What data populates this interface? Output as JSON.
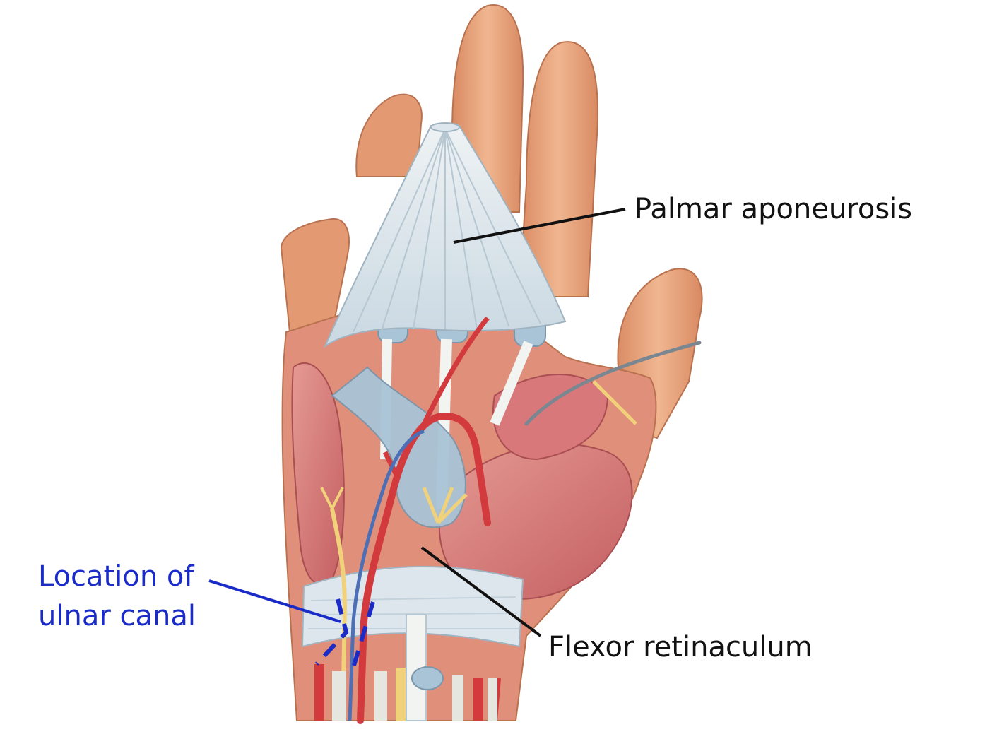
{
  "labels": {
    "palmar_aponeurosis": "Palmar aponeurosis",
    "flexor_retinaculum": "Flexor retinaculum",
    "ulnar_canal_line1": "Location of",
    "ulnar_canal_line2": "ulnar canal"
  },
  "colors": {
    "skin": "#e8a47c",
    "skin_shadow": "#c97e58",
    "muscle": "#d87a7a",
    "muscle_dark": "#b8545a",
    "fascia": "#d9e4ea",
    "tendon_blue": "#a9c4d6",
    "artery": "#d23a3e",
    "vein": "#4c6fb5",
    "nerve": "#f1d27a",
    "leader_black": "#111111",
    "leader_blue": "#1a2bc8"
  },
  "icons": {
    "ulnar_canal_marker": "dashed-outline"
  }
}
